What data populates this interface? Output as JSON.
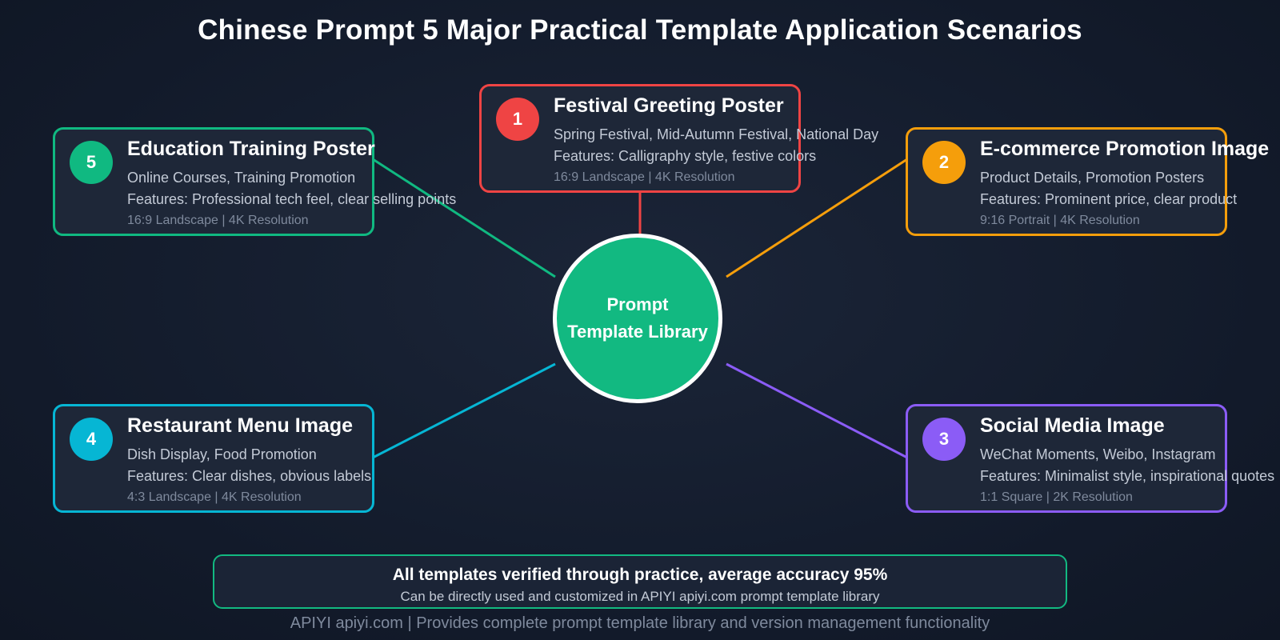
{
  "title": "Chinese Prompt 5 Major Practical Template Application Scenarios",
  "hub": {
    "line1": "Prompt",
    "line2": "Template Library",
    "color": "#12b981"
  },
  "cards": [
    {
      "number": "1",
      "title": "Festival Greeting Poster",
      "line1": "Spring Festival, Mid-Autumn Festival, National Day",
      "line2": "Features: Calligraphy style, festive colors",
      "meta": "16:9 Landscape | 4K Resolution",
      "color": "#ef4444"
    },
    {
      "number": "2",
      "title": "E-commerce Promotion Image",
      "line1": "Product Details, Promotion Posters",
      "line2": "Features: Prominent price, clear product",
      "meta": "9:16 Portrait | 4K Resolution",
      "color": "#f59e0b"
    },
    {
      "number": "3",
      "title": "Social Media Image",
      "line1": "WeChat Moments, Weibo, Instagram",
      "line2": "Features: Minimalist style, inspirational quotes",
      "meta": "1:1 Square | 2K Resolution",
      "color": "#8b5cf6"
    },
    {
      "number": "4",
      "title": "Restaurant Menu Image",
      "line1": "Dish Display, Food Promotion",
      "line2": "Features: Clear dishes, obvious labels",
      "meta": "4:3 Landscape | 4K Resolution",
      "color": "#06b6d4"
    },
    {
      "number": "5",
      "title": "Education Training Poster",
      "line1": "Online Courses, Training Promotion",
      "line2": "Features: Professional tech feel, clear selling points",
      "meta": "16:9 Landscape | 4K Resolution",
      "color": "#10b981"
    }
  ],
  "summary": {
    "headline": "All templates verified through practice, average accuracy 95%",
    "subline": "Can be directly used and customized in APIYI apiyi.com prompt template library",
    "color": "#12b981"
  },
  "footer": "APIYI apiyi.com | Provides complete prompt template library and version management functionality"
}
